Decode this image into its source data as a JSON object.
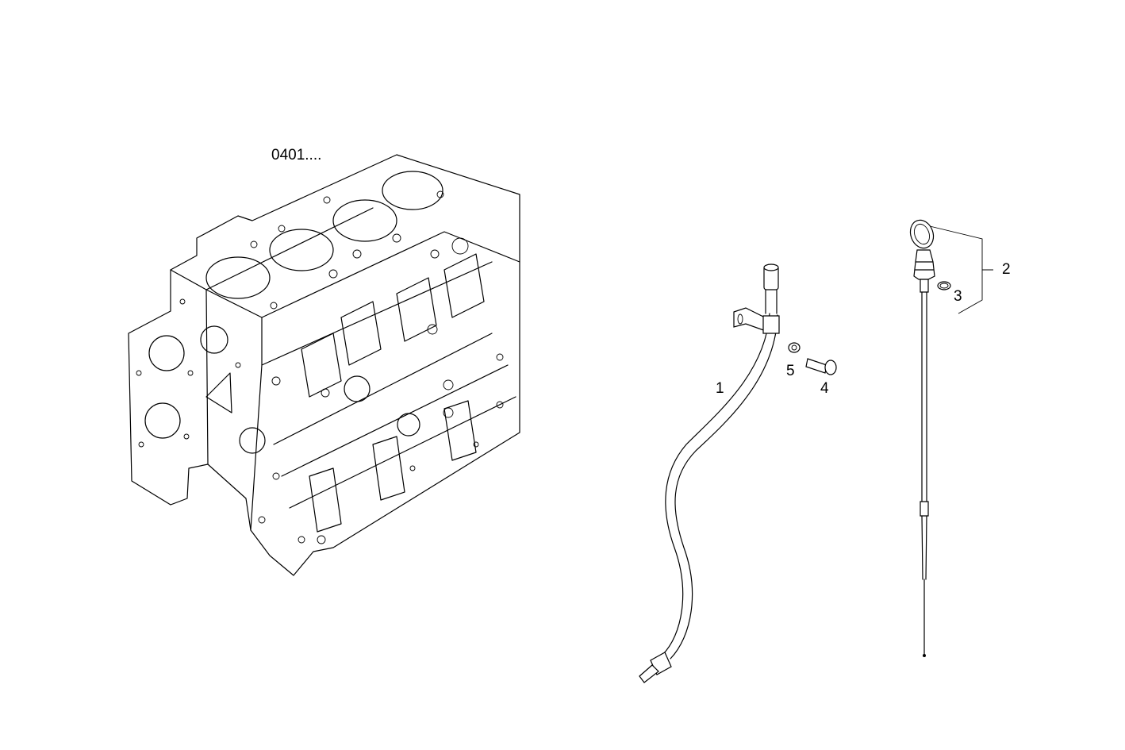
{
  "diagram": {
    "reference_label": "0401....",
    "callouts": [
      {
        "number": "1",
        "part": "dipstick-tube"
      },
      {
        "number": "2",
        "part": "dipstick-assembly"
      },
      {
        "number": "3",
        "part": "o-ring"
      },
      {
        "number": "4",
        "part": "bolt"
      },
      {
        "number": "5",
        "part": "washer"
      }
    ]
  }
}
